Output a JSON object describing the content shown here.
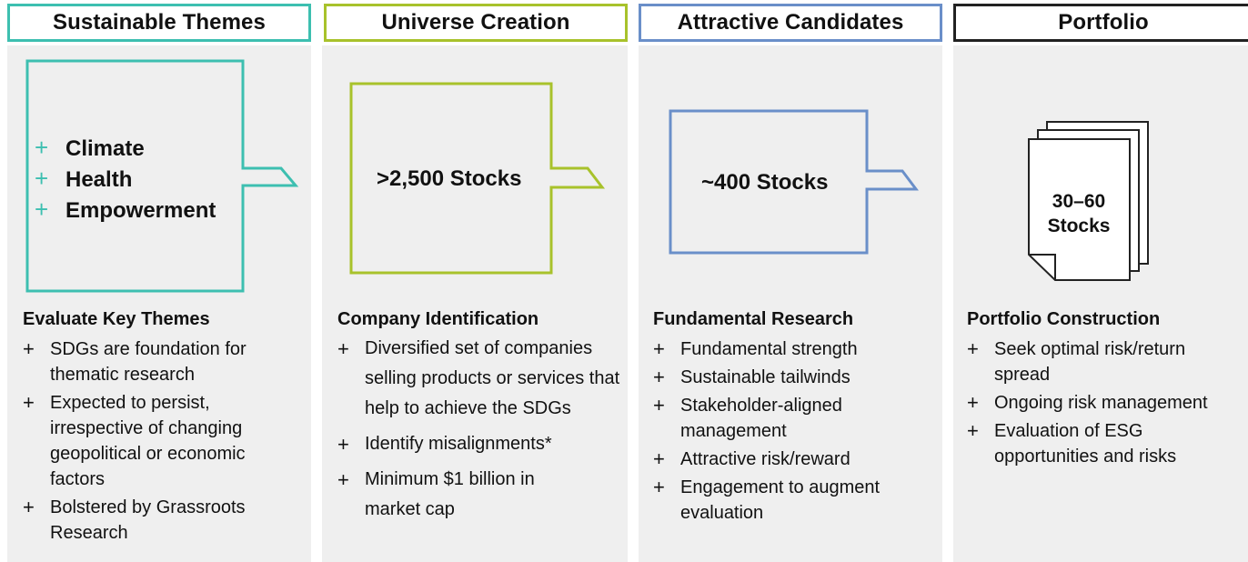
{
  "columns": [
    {
      "header": "Sustainable Themes",
      "color": "#3dbfb0",
      "themes": [
        "Climate",
        "Health",
        "Empowerment"
      ],
      "section_title": "Evaluate Key Themes",
      "bullets": [
        "SDGs are foundation for thematic research",
        "Expected to persist, irrespective of changing geopolitical or economic factors",
        "Bolstered by Grassroots Research"
      ]
    },
    {
      "header": "Universe Creation",
      "color": "#a8c22b",
      "box_label": ">2,500 Stocks",
      "section_title": "Company Identification",
      "bullets": [
        "Diversified set of companies selling products or services that help to achieve the SDGs",
        "Identify misalignments*",
        "Minimum $1 billion in market cap"
      ]
    },
    {
      "header": "Attractive Candidates",
      "color": "#6a8fc9",
      "box_label": "~400 Stocks",
      "section_title": "Fundamental Research",
      "bullets": [
        "Fundamental strength",
        "Sustainable tailwinds",
        "Stakeholder-aligned management",
        "Attractive risk/reward",
        "Engagement to augment evaluation"
      ]
    },
    {
      "header": "Portfolio",
      "color": "#222222",
      "box_label_line1": "30–60",
      "box_label_line2": "Stocks",
      "section_title": "Portfolio Construction",
      "bullets": [
        "Seek optimal risk/return spread",
        "Ongoing risk management",
        "Evaluation of ESG opportunities and risks"
      ]
    }
  ],
  "bullet_symbol": "+",
  "theme_symbol": "+",
  "icons": {
    "portfolio": "stacked-documents-icon",
    "callout": "callout-arrow-icon"
  }
}
